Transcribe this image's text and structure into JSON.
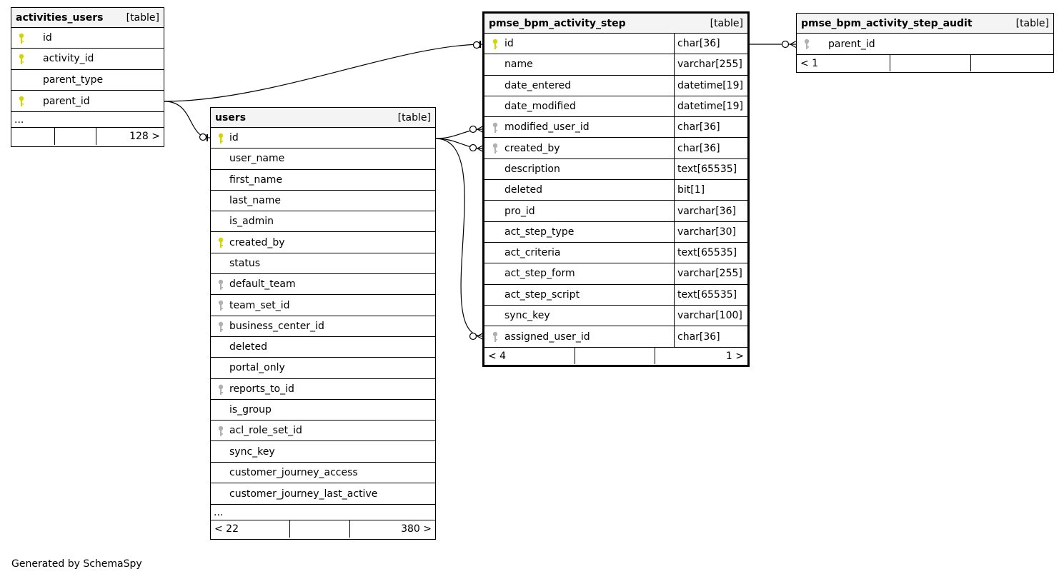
{
  "footer_text": "Generated by SchemaSpy",
  "key_colors": {
    "primary": "#d4d400",
    "foreign": "#b0b0b0"
  },
  "tables": {
    "activities_users": {
      "name": "activities_users",
      "type_label": "[table]",
      "columns": [
        {
          "name": "id",
          "key": "primary"
        },
        {
          "name": "activity_id",
          "key": "primary"
        },
        {
          "name": "parent_type",
          "key": ""
        },
        {
          "name": "parent_id",
          "key": "primary"
        }
      ],
      "more": "...",
      "footer": {
        "left": "",
        "mid": "",
        "right": "128 >"
      }
    },
    "users": {
      "name": "users",
      "type_label": "[table]",
      "columns": [
        {
          "name": "id",
          "key": "primary"
        },
        {
          "name": "user_name",
          "key": ""
        },
        {
          "name": "first_name",
          "key": ""
        },
        {
          "name": "last_name",
          "key": ""
        },
        {
          "name": "is_admin",
          "key": ""
        },
        {
          "name": "created_by",
          "key": "primary"
        },
        {
          "name": "status",
          "key": ""
        },
        {
          "name": "default_team",
          "key": "foreign"
        },
        {
          "name": "team_set_id",
          "key": "foreign"
        },
        {
          "name": "business_center_id",
          "key": "foreign"
        },
        {
          "name": "deleted",
          "key": ""
        },
        {
          "name": "portal_only",
          "key": ""
        },
        {
          "name": "reports_to_id",
          "key": "foreign"
        },
        {
          "name": "is_group",
          "key": ""
        },
        {
          "name": "acl_role_set_id",
          "key": "foreign"
        },
        {
          "name": "sync_key",
          "key": ""
        },
        {
          "name": "customer_journey_access",
          "key": ""
        },
        {
          "name": "customer_journey_last_active",
          "key": ""
        }
      ],
      "more": "...",
      "footer": {
        "left": "< 22",
        "mid": "",
        "right": "380 >"
      }
    },
    "pmse_bpm_activity_step": {
      "name": "pmse_bpm_activity_step",
      "type_label": "[table]",
      "columns": [
        {
          "name": "id",
          "type": "char[36]",
          "key": "primary"
        },
        {
          "name": "name",
          "type": "varchar[255]",
          "key": ""
        },
        {
          "name": "date_entered",
          "type": "datetime[19]",
          "key": ""
        },
        {
          "name": "date_modified",
          "type": "datetime[19]",
          "key": ""
        },
        {
          "name": "modified_user_id",
          "type": "char[36]",
          "key": "foreign"
        },
        {
          "name": "created_by",
          "type": "char[36]",
          "key": "foreign"
        },
        {
          "name": "description",
          "type": "text[65535]",
          "key": ""
        },
        {
          "name": "deleted",
          "type": "bit[1]",
          "key": ""
        },
        {
          "name": "pro_id",
          "type": "varchar[36]",
          "key": ""
        },
        {
          "name": "act_step_type",
          "type": "varchar[30]",
          "key": ""
        },
        {
          "name": "act_criteria",
          "type": "text[65535]",
          "key": ""
        },
        {
          "name": "act_step_form",
          "type": "varchar[255]",
          "key": ""
        },
        {
          "name": "act_step_script",
          "type": "text[65535]",
          "key": ""
        },
        {
          "name": "sync_key",
          "type": "varchar[100]",
          "key": ""
        },
        {
          "name": "assigned_user_id",
          "type": "char[36]",
          "key": "foreign"
        }
      ],
      "footer": {
        "left": "< 4",
        "mid": "",
        "right": "1 >"
      }
    },
    "pmse_bpm_activity_step_audit": {
      "name": "pmse_bpm_activity_step_audit",
      "type_label": "[table]",
      "columns": [
        {
          "name": "parent_id",
          "key": "foreign"
        }
      ],
      "footer": {
        "left": "< 1",
        "mid": "",
        "right": ""
      }
    }
  }
}
